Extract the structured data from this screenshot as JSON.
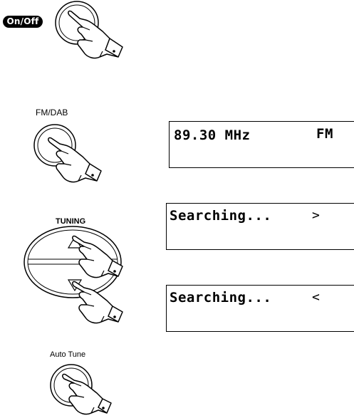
{
  "steps": {
    "power": {
      "button_label": "On/Off"
    },
    "band": {
      "button_label": "FM/DAB"
    },
    "tuning": {
      "button_label": "TUNING"
    },
    "auto": {
      "button_label": "Auto Tune"
    }
  },
  "displays": {
    "frequency": {
      "text": "89.30 MHz",
      "mode": "FM"
    },
    "search_up": {
      "text": "Searching...",
      "arrow": ">"
    },
    "search_down": {
      "text": "Searching...",
      "arrow": "<"
    }
  },
  "icons": [
    "hand-pointer-icon",
    "tuning-up-arrow-icon",
    "tuning-down-arrow-icon"
  ]
}
